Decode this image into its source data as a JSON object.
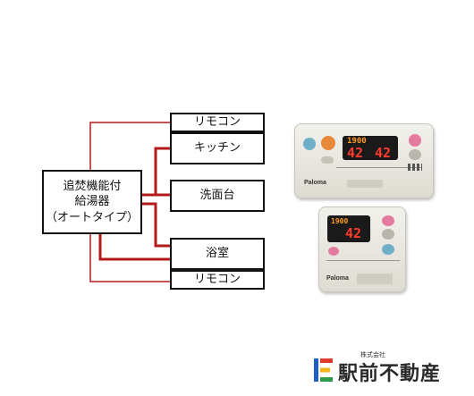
{
  "diagram": {
    "heater_lines": [
      "追焚機能付",
      "給湯器",
      "（オートタイプ）"
    ],
    "nodes": {
      "remote_top": "リモコン",
      "kitchen": "キッチン",
      "washbasin": "洗面台",
      "bath": "浴室",
      "remote_bottom": "リモコン"
    },
    "colors": {
      "pipe": "#b31b1b",
      "box_border": "#111111"
    }
  },
  "kitchen_remote": {
    "time": "1900",
    "temp_left": "42",
    "temp_right": "42",
    "brand": "Paloma"
  },
  "bath_remote": {
    "time": "1900",
    "temp": "42",
    "brand": "Paloma"
  },
  "logo": {
    "small_text": "株式会社",
    "name": "駅前不動産",
    "colors": [
      "#1f5fbf",
      "#e23a2f",
      "#f2b41c",
      "#2e9a4a"
    ]
  }
}
